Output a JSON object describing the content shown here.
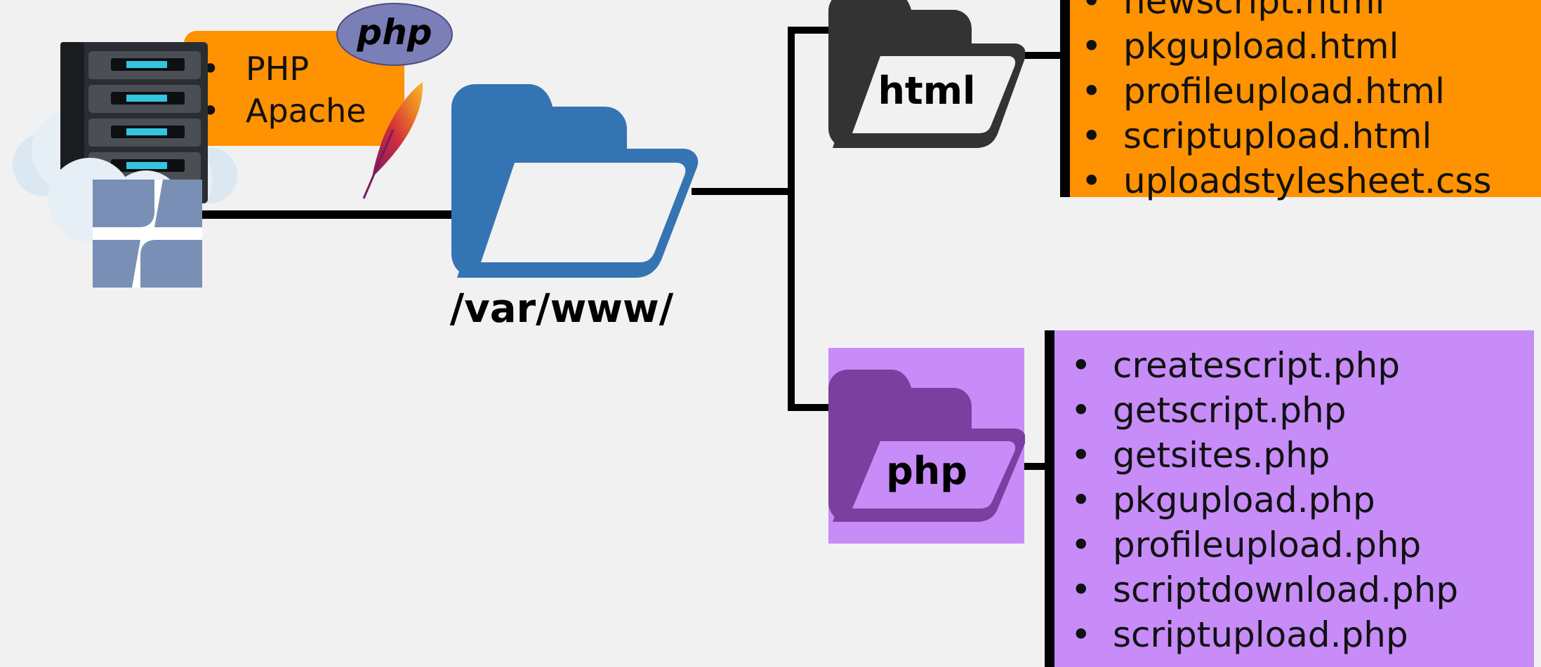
{
  "server": {
    "stack_items": [
      "PHP",
      "Apache"
    ],
    "php_logo_text": "php"
  },
  "root_folder": {
    "label": "/var/www/",
    "color": "#3574b3"
  },
  "html_folder": {
    "label": "html",
    "color": "#333333",
    "files": [
      "newscript.html",
      "pkgupload.html",
      "profileupload.html",
      "scriptupload.html",
      "uploadstylesheet.css"
    ],
    "box_color": "#ff9200"
  },
  "php_folder": {
    "label": "php",
    "color": "#7b3fa0",
    "files": [
      "createscript.php",
      "getscript.php",
      "getsites.php",
      "pkgupload.php",
      "profileupload.php",
      "scriptdownload.php",
      "scriptupload.php"
    ],
    "box_color": "#c78cf8"
  }
}
